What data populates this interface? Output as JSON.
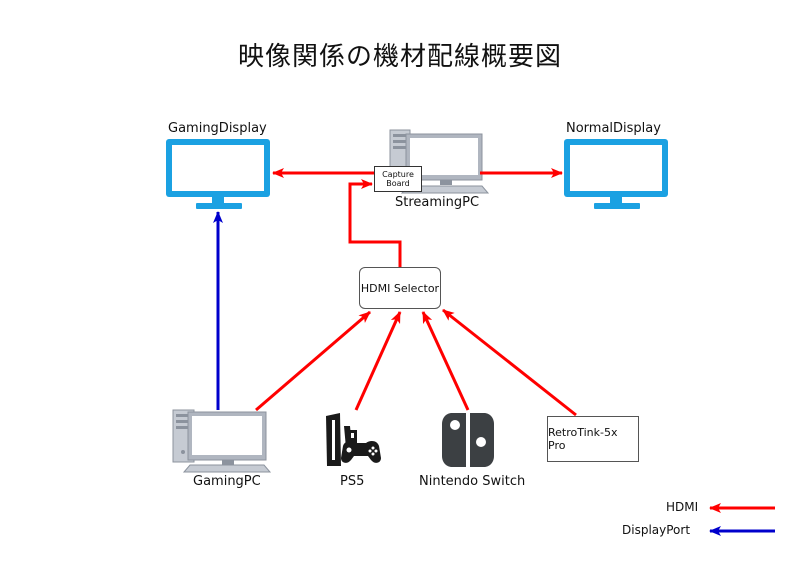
{
  "title": "映像関係の機材配線概要図",
  "nodes": {
    "gaming_display": "GamingDisplay",
    "normal_display": "NormalDisplay",
    "streaming_pc": "StreamingPC",
    "capture_board": "Capture Board",
    "hdmi_selector": "HDMI Selector",
    "gaming_pc": "GamingPC",
    "ps5": "PS5",
    "nintendo_switch": "Nintendo Switch",
    "retrotink": "RetroTink-5x Pro"
  },
  "legend": {
    "hdmi": "HDMI",
    "displayport": "DisplayPort"
  },
  "colors": {
    "hdmi": "#ff0000",
    "displayport": "#0000cc",
    "monitor": "#1ba1e2",
    "pc_case": "#b6bcc6"
  }
}
